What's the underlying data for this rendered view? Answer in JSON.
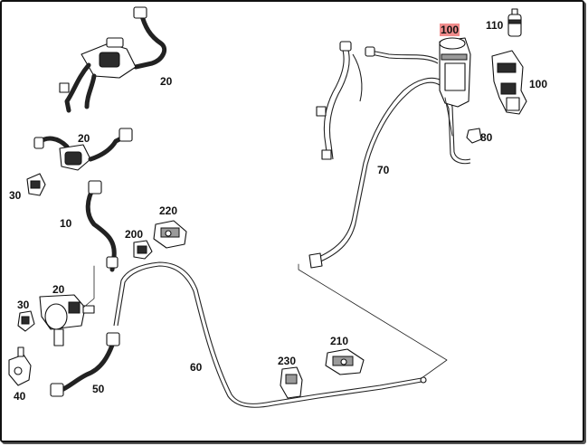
{
  "diagram": {
    "callouts": [
      {
        "id": "c20a",
        "label": "20"
      },
      {
        "id": "c20b",
        "label": "20"
      },
      {
        "id": "c30a",
        "label": "30"
      },
      {
        "id": "c10",
        "label": "10"
      },
      {
        "id": "c220",
        "label": "220"
      },
      {
        "id": "c200",
        "label": "200"
      },
      {
        "id": "c20c",
        "label": "20"
      },
      {
        "id": "c30b",
        "label": "30"
      },
      {
        "id": "c40",
        "label": "40"
      },
      {
        "id": "c50",
        "label": "50"
      },
      {
        "id": "c60",
        "label": "60"
      },
      {
        "id": "c230",
        "label": "230"
      },
      {
        "id": "c210",
        "label": "210"
      },
      {
        "id": "c70",
        "label": "70"
      },
      {
        "id": "c80",
        "label": "80"
      },
      {
        "id": "c100a",
        "label": "100"
      },
      {
        "id": "c100b",
        "label": "100"
      },
      {
        "id": "c110",
        "label": "110"
      }
    ],
    "highlight_color": "#f08c8c"
  }
}
